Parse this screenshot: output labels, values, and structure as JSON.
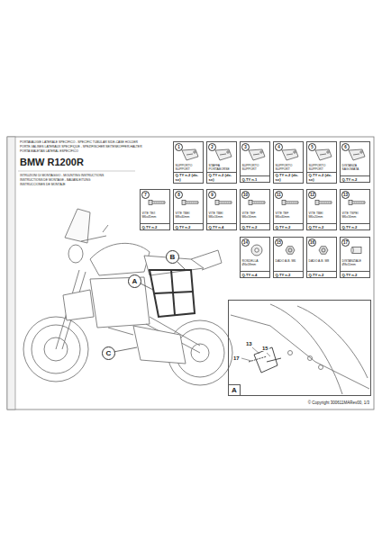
{
  "diagram": {
    "title": "BMW R1200R",
    "nodes": [
      {
        "text": [
          "1",
          "SUPPORTO SUPPORT",
          "Q.TY n.2 (dx-sx)"
        ]
      },
      {
        "text": [
          "2",
          "STAFFA PORTABORSE",
          "Q.TY n.2 (dx-sx)"
        ]
      },
      {
        "text": [
          "3",
          "SUPPORTO SUPPORT",
          "Q.TY n.1"
        ]
      },
      {
        "text": [
          "4",
          "SUPPORTO SUPPORT",
          "Q.TY n.2 (dx-sx)"
        ]
      },
      {
        "text": [
          "5",
          "SUPPORTO SUPPORT",
          "Q.TY n.2 (dx-sx)"
        ]
      },
      {
        "text": [
          "6",
          "DISTANZA SAGOMATA",
          "Q.TY n.2"
        ]
      },
      {
        "text": [
          "7",
          "VITE TE/I M6x45mm",
          "Q.TY n.2"
        ]
      },
      {
        "text": [
          "8",
          "VITE TBEI M8x40mm",
          "Q.TY n.2"
        ]
      },
      {
        "text": [
          "9",
          "VITE TBEI M6x16mm",
          "Q.TY n.4"
        ]
      },
      {
        "text": [
          "10",
          "VITE TEF M6x16mm",
          "Q.TY n.2"
        ]
      },
      {
        "text": [
          "11",
          "VITE TEF M6x40mm",
          "Q.TY n.2"
        ]
      },
      {
        "text": [
          "12",
          "VITE TBEI M6x20mm",
          "Q.TY n.2"
        ]
      },
      {
        "text": [
          "13",
          "VITE TSPEI M6x16mm",
          "Q.TY n.2"
        ]
      },
      {
        "text": [
          "14",
          "ROSDELLA Ø6x18mm",
          "Q.TY n.4"
        ]
      },
      {
        "text": [
          "15",
          "DADO A.B. M6",
          "Q.TY n.2"
        ]
      },
      {
        "text": [
          "16",
          "DADO A.B. M8",
          "Q.TY n.2"
        ]
      },
      {
        "text": [
          "17",
          "DISTANZIALE Ø8x11mm",
          "Q.TY n.2"
        ]
      },
      {
        "text": [
          "B"
        ]
      },
      {
        "text": [
          "A"
        ]
      },
      {
        "text": [
          "C"
        ]
      },
      {
        "text": [
          "A"
        ]
      }
    ],
    "labels": [
      "PORTAVALIGIE LATERALE SPECIFICO - SPECIFIC TUBULAR SIDE-CASE HOLDER",
      "PORTE-VALISES LATERAUX SPECIFIQUE - SPEZIFISCHER SEITENKOFFER-HALTER",
      "PORTA MALETAS LATERAL ESPECIFICO",
      "ISTRUZIONI DI MONTAGGIO - MOUNTING INSTRUCTIONS",
      "INSTRUCTIONS DE MONTAGE - BAUANLEITUNG",
      "INSTRUCCIONES DE MONTAJE",
      "17",
      "13",
      "15",
      "© Copyright 300611MARev00, 1/3"
    ]
  }
}
